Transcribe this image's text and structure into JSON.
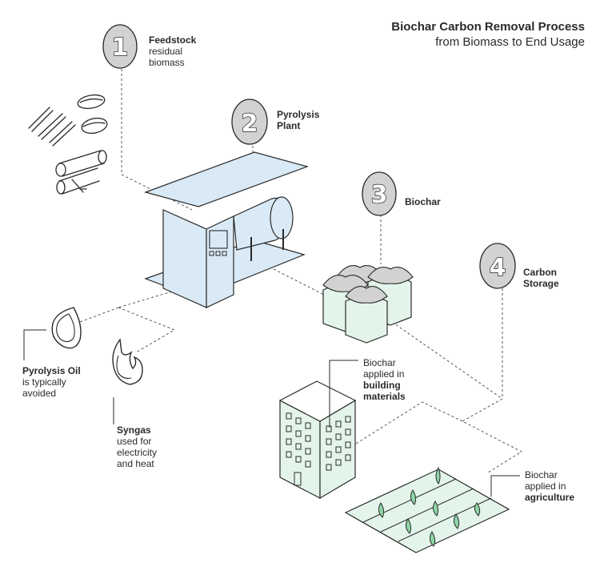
{
  "title": {
    "line1": "Biochar Carbon Removal Process",
    "line2": "from Biomass to End Usage"
  },
  "steps": [
    {
      "number": "1",
      "title": "Feedstock",
      "desc1": "residual",
      "desc2": "biomass"
    },
    {
      "number": "2",
      "title": "Pyrolysis",
      "title2": "Plant"
    },
    {
      "number": "3",
      "title": "Biochar"
    },
    {
      "number": "4",
      "title": "Carbon",
      "title2": "Storage"
    }
  ],
  "byproducts": {
    "oil": {
      "title": "Pyrolysis Oil",
      "line1": "is typically",
      "line2": "avoided"
    },
    "syngas": {
      "title": "Syngas",
      "line1": "used for",
      "line2": "electricity",
      "line3": "and heat"
    }
  },
  "uses": {
    "building": {
      "line1": "Biochar",
      "line2": "applied in",
      "bold1": "building",
      "bold2": "materials"
    },
    "agriculture": {
      "line1": "Biochar",
      "line2": "applied in",
      "bold1": "agriculture"
    }
  },
  "colors": {
    "ink": "#2a2a2a",
    "plant_fill": "#d9eaf6",
    "char_fill": "#e3f5ea",
    "disc": "#d2d2d2",
    "leaf": "#8ed6a6"
  },
  "icons": [
    "twig-icon",
    "seed-icon",
    "log-icon",
    "oil-drop-icon",
    "flame-icon",
    "building-icon",
    "field-icon",
    "biochar-bags-icon",
    "pyrolysis-plant-icon"
  ]
}
